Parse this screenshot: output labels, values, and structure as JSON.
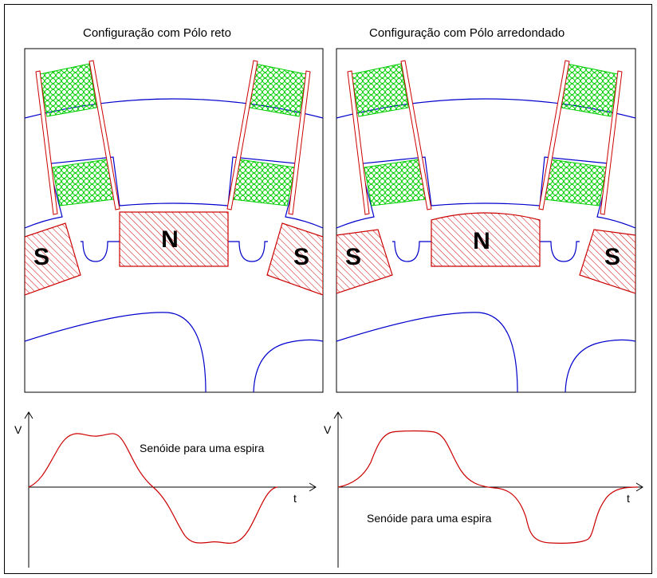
{
  "left_panel": {
    "title": "Configuração com Pólo reto",
    "north_label": "N",
    "south_label_left": "S",
    "south_label_right": "S"
  },
  "right_panel": {
    "title": "Configuração com Pólo arredondado",
    "north_label": "N",
    "south_label_left": "S",
    "south_label_right": "S"
  },
  "left_graph": {
    "y_axis_label": "V",
    "x_axis_label": "t",
    "caption": "Senóide para uma espira"
  },
  "right_graph": {
    "y_axis_label": "V",
    "x_axis_label": "t",
    "caption": "Senóide para uma espira"
  },
  "colors": {
    "stator_line": "#0000cc",
    "magnet": "#cc0000",
    "winding": "#00cc00",
    "waveform": "#cc0000",
    "axis": "#000000"
  }
}
